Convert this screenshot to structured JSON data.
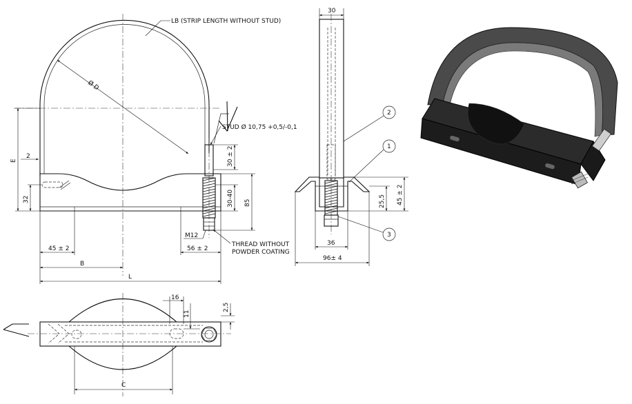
{
  "labels": {
    "lb": "LB (STRIP LENGTH WITHOUT STUD)",
    "diameter": "Ø D",
    "stud": "STUD Ø 10,75 +0,5/-0,1",
    "thread_line1": "THREAD WITHOUT",
    "thread_line2": "POWDER COATING",
    "e": "E",
    "two": "2",
    "thirty_two": "32",
    "thirty_pm2": "30 ± 2",
    "thirty_forty": "30-40",
    "eighty_five": "85",
    "m12": "M12",
    "fifty_six": "56 ± 2",
    "forty_five": "45 ± 2",
    "b": "B",
    "l": "L",
    "side_thirty": "30",
    "twenty_five": "25,5",
    "side_forty_five": "45 ± 2",
    "thirty_six": "36",
    "ninety_six": "96± 4",
    "sixteen": "16",
    "eleven": "11",
    "two_five": "2,5",
    "c": "C"
  },
  "callouts": [
    "1",
    "2",
    "3"
  ]
}
